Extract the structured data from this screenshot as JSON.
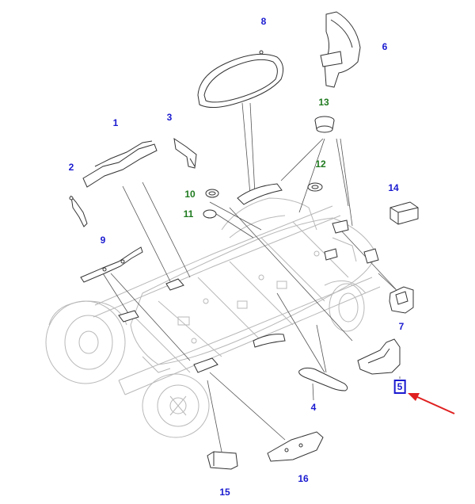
{
  "colors": {
    "callout_blue": "#1a1ad0",
    "callout_green": "#1f7a1f",
    "arrow_red": "#e02020",
    "part_stroke": "#333333",
    "frame_stroke": "#b8b8b8",
    "leader": "#555555"
  },
  "callouts": [
    {
      "id": "c1",
      "label": "1",
      "color": "blue"
    },
    {
      "id": "c2",
      "label": "2",
      "color": "blue"
    },
    {
      "id": "c3",
      "label": "3",
      "color": "blue"
    },
    {
      "id": "c4",
      "label": "4",
      "color": "blue"
    },
    {
      "id": "c5",
      "label": "5",
      "color": "blue",
      "highlighted": true
    },
    {
      "id": "c6",
      "label": "6",
      "color": "blue"
    },
    {
      "id": "c7",
      "label": "7",
      "color": "blue"
    },
    {
      "id": "c8",
      "label": "8",
      "color": "blue"
    },
    {
      "id": "c9",
      "label": "9",
      "color": "blue"
    },
    {
      "id": "c10",
      "label": "10",
      "color": "green"
    },
    {
      "id": "c11",
      "label": "11",
      "color": "green"
    },
    {
      "id": "c12",
      "label": "12",
      "color": "green"
    },
    {
      "id": "c13",
      "label": "13",
      "color": "green"
    },
    {
      "id": "c14",
      "label": "14",
      "color": "blue"
    },
    {
      "id": "c15",
      "label": "15",
      "color": "blue"
    },
    {
      "id": "c16",
      "label": "16",
      "color": "blue"
    }
  ],
  "pointer": {
    "icon": "red-arrow-icon",
    "target": "c5"
  }
}
